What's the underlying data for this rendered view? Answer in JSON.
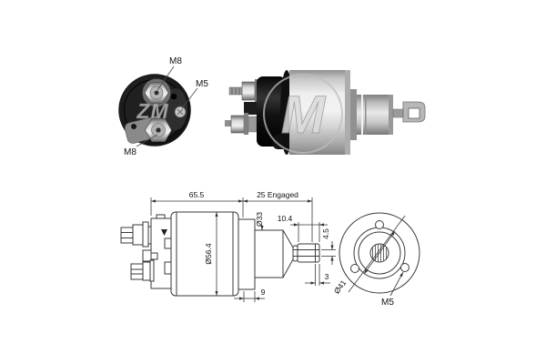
{
  "colors": {
    "background": "#ffffff",
    "line": "#3a3a3a",
    "label_text": "#111111",
    "watermark": "#aeaeae"
  },
  "back_view": {
    "label_m8_top": "M8",
    "label_m5": "M5",
    "label_m8_bottom": "M8",
    "watermark": "ZM"
  },
  "photo": {
    "watermark": "M"
  },
  "side_view": {
    "dim_length": "65.5",
    "dim_engaged": "25 Engaged",
    "dim_body_diameter": "Ø56.4",
    "dim_neck_diameter": "Ø33",
    "dim_rod_length": "10.4",
    "dim_rod_diameter": "4.5",
    "dim_groove_width": "3",
    "dim_flange_width": "9"
  },
  "front_view": {
    "dim_bolt_circle": "Ø41",
    "label_m5": "M5"
  }
}
